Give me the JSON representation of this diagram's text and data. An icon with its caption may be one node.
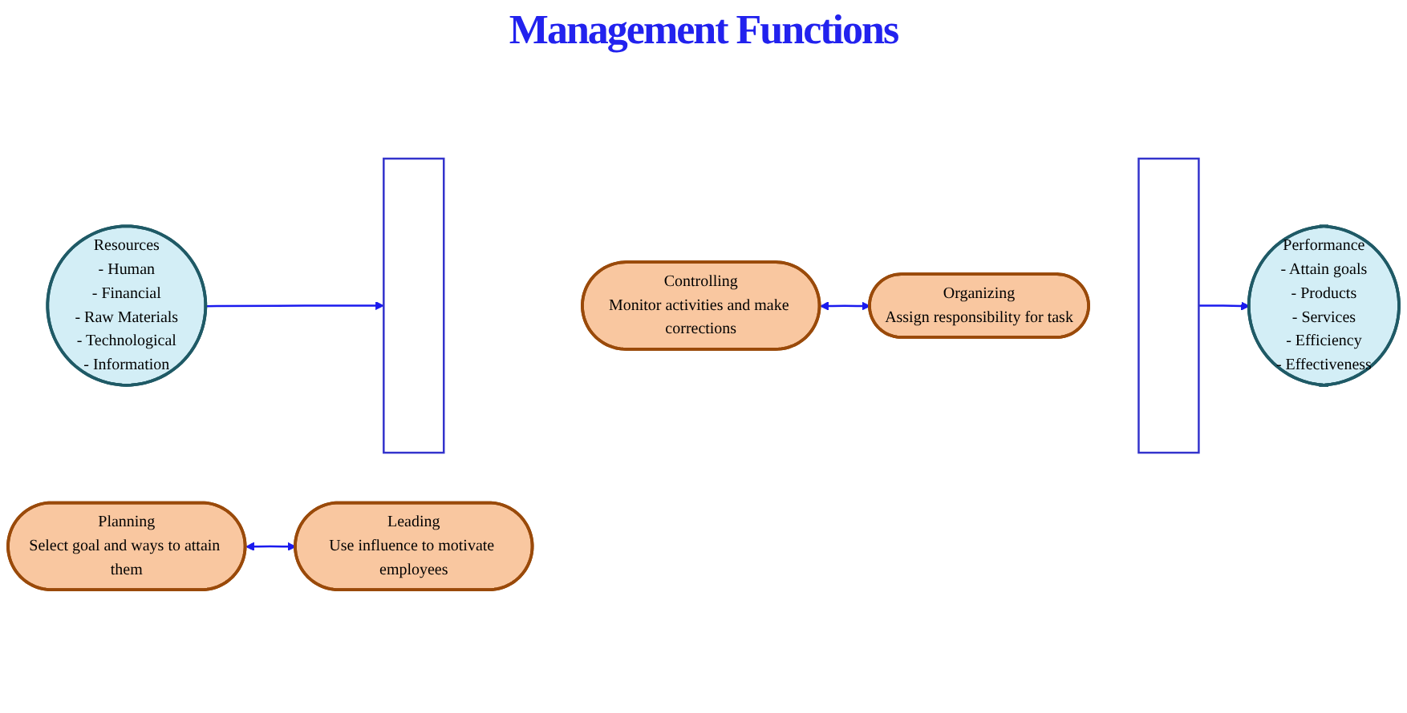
{
  "diagram": {
    "title": "Management Functions",
    "nodes": [
      {
        "text": [
          "Resources",
          "- Human",
          "- Financial",
          "- Raw Materials",
          "- Technological",
          "- Information"
        ]
      },
      {
        "text": [],
        "shape": "bar"
      },
      {
        "text": [
          "Planning",
          "Select goal and ways to attain them"
        ]
      },
      {
        "text": [
          "Controlling",
          "Monitor activities and make corrections"
        ]
      },
      {
        "text": [
          "Organizing",
          "Assign responsibility for task"
        ]
      },
      {
        "text": [
          "Leading",
          "Use influence to motivate employees"
        ]
      },
      {
        "text": [],
        "shape": "bar"
      },
      {
        "text": [
          "Performance",
          "- Attain goals",
          "- Products",
          "- Services",
          "- Efficiency",
          "- Effectiveness"
        ]
      }
    ],
    "edges": [
      {
        "from": 0,
        "to": 1,
        "arrow": "to"
      },
      {
        "from": 2,
        "to": 5,
        "arrow": "both"
      },
      {
        "from": 3,
        "to": 4,
        "arrow": "both"
      },
      {
        "from": 6,
        "to": 7,
        "arrow": "to"
      }
    ]
  }
}
